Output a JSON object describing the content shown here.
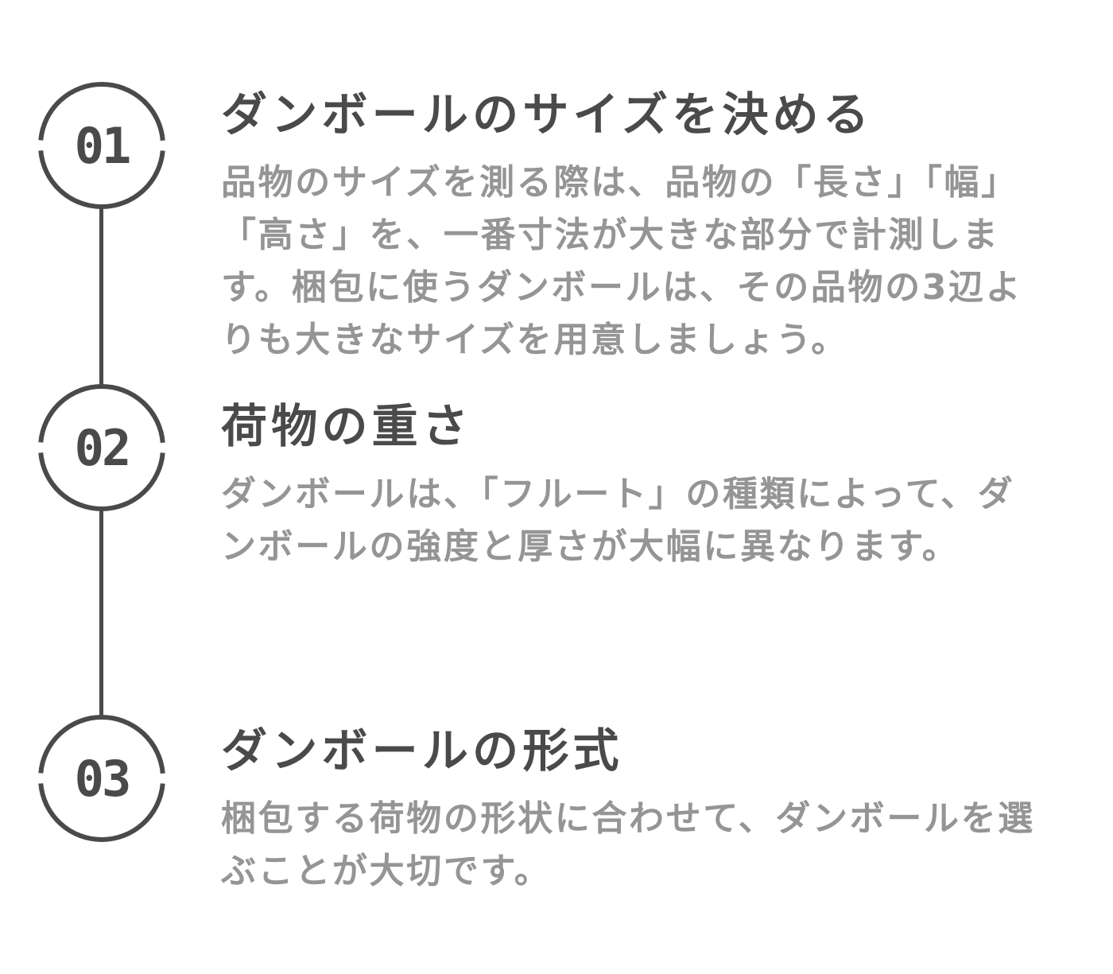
{
  "colors": {
    "bg": "#ffffff",
    "dark": "#4a4a4a",
    "muted": "#959595"
  },
  "steps": [
    {
      "number": "01",
      "title": "ダンボールのサイズを決める",
      "body": "品物のサイズを測る際は、品物の「長さ」「幅」\n「高さ」を、一番寸法が大きな部分で計測しま\nす。梱包に使うダンボールは、その品物の3辺よ\nりも大きなサイズを用意しましょう。"
    },
    {
      "number": "02",
      "title": "荷物の重さ",
      "body": "ダンボールは、「フルート」の種類によって、ダ\nンボールの強度と厚さが大幅に異なります。"
    },
    {
      "number": "03",
      "title": "ダンボールの形式",
      "body": "梱包する荷物の形状に合わせて、ダンボールを選\nぶことが大切です。"
    }
  ]
}
